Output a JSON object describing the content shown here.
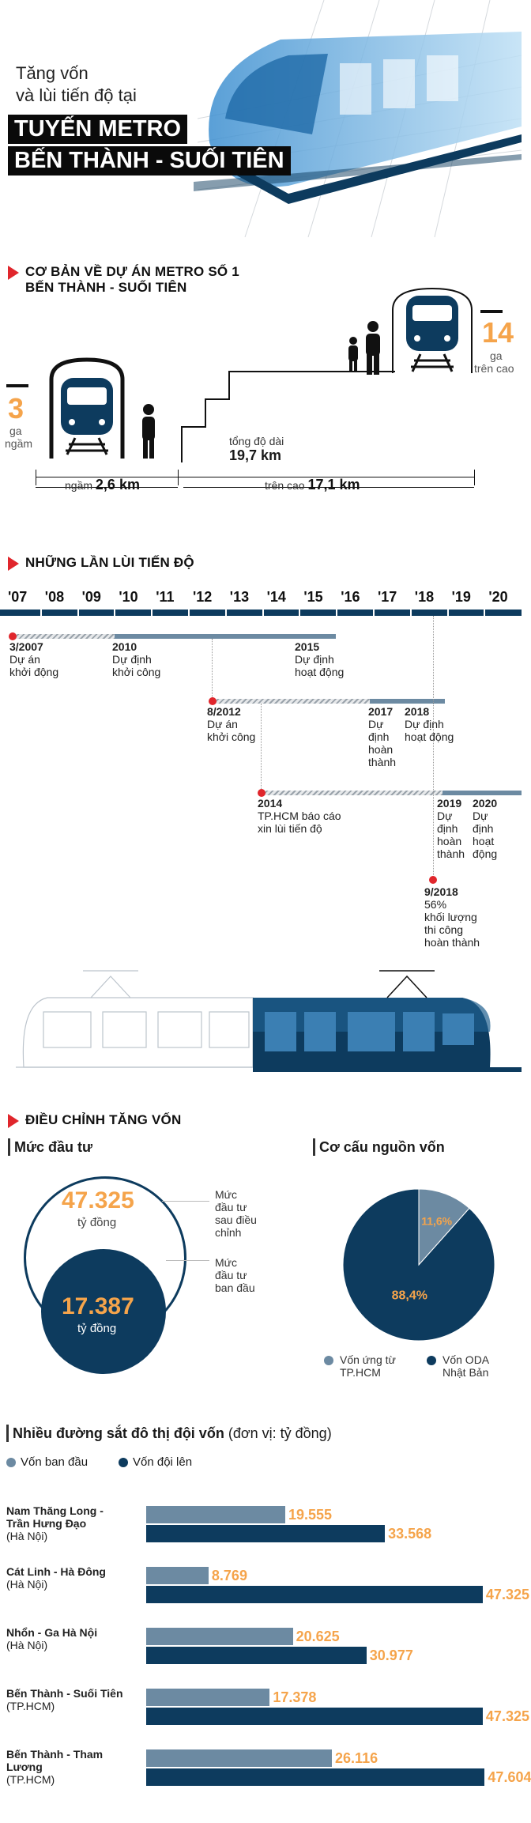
{
  "header": {
    "subtitle1": "Tăng vốn",
    "subtitle2": "và lùi tiến độ tại",
    "title1": "TUYẾN METRO",
    "title2": "BẾN THÀNH - SUỐI TIÊN"
  },
  "section1": {
    "title1": "CƠ BẢN VỀ DỰ ÁN METRO SỐ 1",
    "title2": "BẾN THÀNH - SUỐI TIÊN",
    "underground_count": "3",
    "underground_label1": "ga",
    "underground_label2": "ngầm",
    "elevated_count": "14",
    "elevated_label1": "ga",
    "elevated_label2": "trên cao",
    "total_label": "tổng độ dài",
    "total_value": "19,7 km",
    "underground_len_label": "ngầm",
    "underground_len_value": "2,6 km",
    "elevated_len_label": "trên cao",
    "elevated_len_value": "17,1 km"
  },
  "section2": {
    "title": "NHỮNG LẦN LÙI TIẾN ĐỘ",
    "years": [
      "'07",
      "'08",
      "'09",
      "'10",
      "'11",
      "'12",
      "'13",
      "'14",
      "'15",
      "'16",
      "'17",
      "'18",
      "'19",
      "'20"
    ],
    "events": [
      {
        "year": "3/2007",
        "l1": "Dự án",
        "l2": "khởi động"
      },
      {
        "year": "2010",
        "l1": "Dự định",
        "l2": "khởi công"
      },
      {
        "year": "2015",
        "l1": "Dự định",
        "l2": "hoạt động"
      },
      {
        "year": "8/2012",
        "l1": "Dự án",
        "l2": "khởi công"
      },
      {
        "year": "2017",
        "l1": "Dự",
        "l2": "định",
        "l3": "hoàn",
        "l4": "thành"
      },
      {
        "year": "2018",
        "l1": "Dự định",
        "l2": "hoạt động"
      },
      {
        "year": "2014",
        "l1": "TP.HCM báo cáo",
        "l2": "xin lùi tiến độ"
      },
      {
        "year": "2019",
        "l1": "Dự",
        "l2": "định",
        "l3": "hoàn",
        "l4": "thành"
      },
      {
        "year": "2020",
        "l1": "Dự",
        "l2": "định",
        "l3": "hoạt",
        "l4": "động"
      },
      {
        "year": "9/2018",
        "l1": "56%",
        "l2": "khối lượng",
        "l3": "thi công",
        "l4": "hoàn thành"
      }
    ]
  },
  "section3": {
    "title": "ĐIỀU CHỈNH TĂNG VỐN",
    "investment_title": "Mức đầu tư",
    "adjusted_value": "47.325",
    "adjusted_unit": "tỷ đồng",
    "adjusted_label": [
      "Mức",
      "đầu tư",
      "sau điều",
      "chỉnh"
    ],
    "initial_value": "17.387",
    "initial_unit": "tỷ đồng",
    "initial_label": [
      "Mức",
      "đầu tư",
      "ban đầu"
    ],
    "structure_title": "Cơ cấu nguồn vốn",
    "legend_hcm": [
      "Vốn ứng từ",
      "TP.HCM"
    ],
    "legend_oda": [
      "Vốn ODA",
      "Nhật Bản"
    ],
    "colors": {
      "navy": "#0d3b5e",
      "steel": "#6c8aa2",
      "orange": "#f5a44b"
    }
  },
  "section4": {
    "title_bold": "Nhiều đường sắt đô thị đội vốn",
    "title_unit": "(đơn vị: tỷ đồng)",
    "legend_initial": "Vốn ban đầu",
    "legend_increased": "Vốn đội lên"
  },
  "chart_data": [
    {
      "type": "pie",
      "title": "Cơ cấu nguồn vốn",
      "slices": [
        {
          "name": "Vốn ứng từ TP.HCM",
          "value": 11.6,
          "label": "11,6%",
          "color": "#6c8aa2"
        },
        {
          "name": "Vốn ODA Nhật Bản",
          "value": 88.4,
          "label": "88,4%",
          "color": "#0d3b5e"
        }
      ]
    },
    {
      "type": "bar",
      "orientation": "horizontal",
      "title": "Nhiều đường sắt đô thị đội vốn",
      "categories": [
        [
          "Nam Thăng Long -",
          "Trần Hưng Đạo",
          "(Hà Nội)"
        ],
        [
          "Cát Linh - Hà Đông",
          "(Hà Nội)"
        ],
        [
          "Nhổn - Ga Hà Nội",
          "(Hà Nội)"
        ],
        [
          "Bến Thành - Suối Tiên",
          "(TP.HCM)"
        ],
        [
          "Bến Thành - Tham",
          "Lương",
          "(TP.HCM)"
        ]
      ],
      "series": [
        {
          "name": "Vốn ban đầu",
          "values": [
            19555,
            8769,
            20625,
            17378,
            26116
          ],
          "labels": [
            "19.555",
            "8.769",
            "20.625",
            "17.378",
            "26.116"
          ],
          "color": "#6c8aa2"
        },
        {
          "name": "Vốn đội lên",
          "values": [
            33568,
            47325,
            30977,
            47325,
            47604
          ],
          "labels": [
            "33.568",
            "47.325",
            "30.977",
            "47.325",
            "47.604"
          ],
          "color": "#0d3b5e"
        }
      ],
      "xlim": [
        0,
        50000
      ]
    }
  ]
}
